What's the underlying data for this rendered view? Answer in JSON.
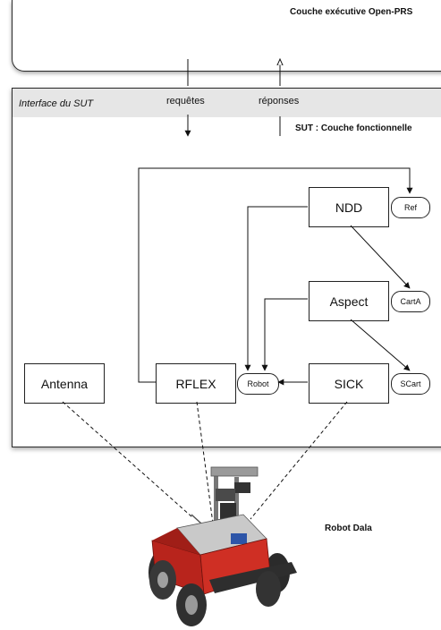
{
  "exec_layer": {
    "title": "Couche exécutive Open-PRS"
  },
  "functional_layer": {
    "interface_label": "Interface du SUT",
    "title": "SUT : Couche fonctionnelle",
    "requests_label": "requêtes",
    "responses_label": "réponses"
  },
  "modules": {
    "ndd": "NDD",
    "aspect": "Aspect",
    "sick": "SICK",
    "rflex": "RFLEX",
    "antenna": "Antenna"
  },
  "posters": {
    "ref": "Ref",
    "carta": "CartA",
    "scart": "SCart",
    "robot": "Robot"
  },
  "robot_caption": "Robot Dala",
  "colors": {
    "robot_body": "#b8241c",
    "interface_band": "#e6e6e6",
    "stroke": "#222222"
  }
}
